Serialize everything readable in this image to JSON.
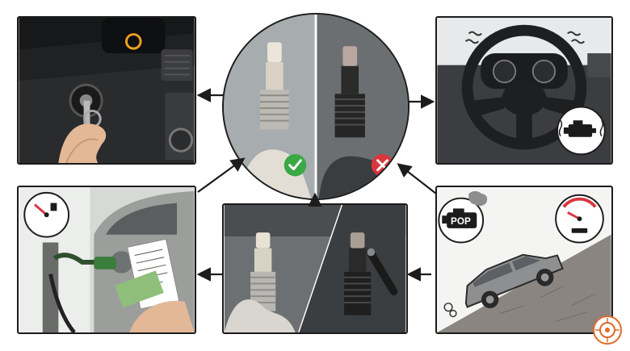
{
  "title": "",
  "panels": {
    "top_left": "key-in-ignition-dashboard-warning",
    "top_right": "rough-idle-steering-wheel-engine-warning",
    "bottom_left": "fuel-gauge-low-refuel-cost",
    "bottom_center": "good-vs-fouled-spark-plug-closeup",
    "bottom_right": "car-struggling-uphill-backfire"
  },
  "center": {
    "good_mark": "check-icon",
    "bad_mark": "x-icon"
  },
  "labels": {
    "pop": "POP"
  },
  "colors": {
    "good": "#3aa845",
    "bad": "#d9363e",
    "warning": "#f0a020"
  }
}
